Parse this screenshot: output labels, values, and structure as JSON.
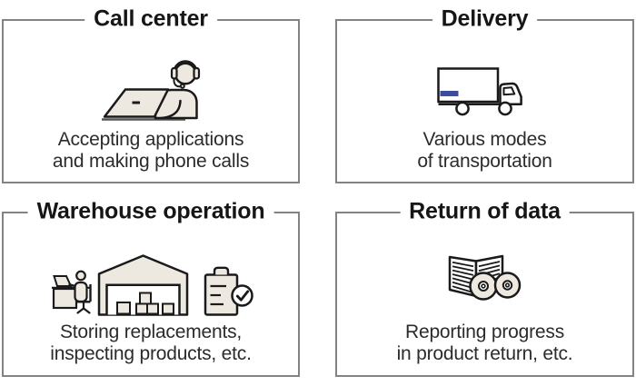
{
  "colors": {
    "card_border": "#838383",
    "title_text": "#161616",
    "body_text": "#2b2b2b",
    "icon_fill": "#eee9e0",
    "icon_stroke": "#1a1a1a",
    "truck_stripe": "#3e4c9d",
    "desk_line": "#555555"
  },
  "cards": [
    {
      "title": "Call center",
      "icon": "headset-agent-icon",
      "caption": "Accepting applications\nand making phone calls"
    },
    {
      "title": "Delivery",
      "icon": "delivery-truck-icon",
      "caption": "Various modes\nof transportation"
    },
    {
      "title": "Warehouse operation",
      "icon": "warehouse-icons",
      "caption": "Storing replacements,\ninspecting products, etc."
    },
    {
      "title": "Return of data",
      "icon": "ledger-discs-icon",
      "caption": "Reporting progress\nin product return, etc."
    }
  ]
}
